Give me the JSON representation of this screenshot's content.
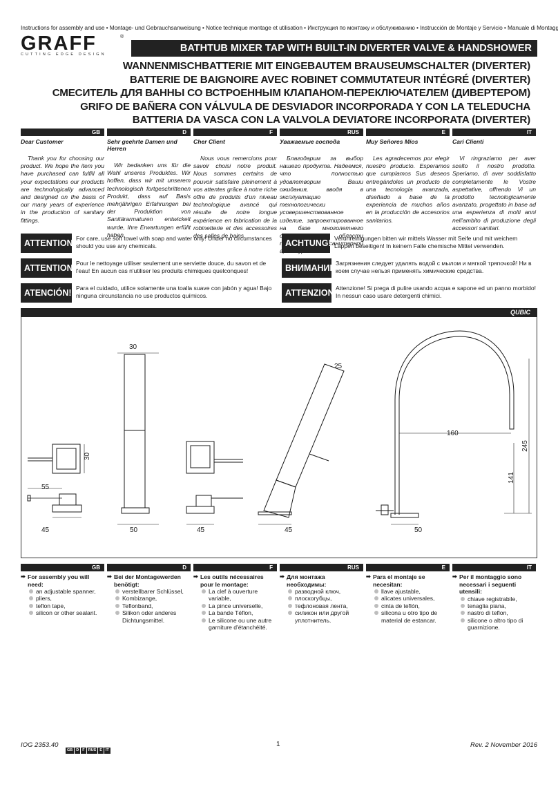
{
  "top_line": "Instructions for assembly and use • Montage- und Gebrauchsanweisung • Notice technique montage et utilisation • Инструкция по монтажу и обслуживанию • Instrucción de Montaje y Servicio • Manuale di Montaggio e Uso",
  "logo": {
    "word": "GRAFF",
    "tagline": "CUTTING EDGE DESIGN",
    "reg": "®"
  },
  "title": "BATHTUB MIXER TAP WITH BUILT-IN DIVERTER VALVE & HANDSHOWER",
  "subtitles": [
    "WANNENMISCHBATTERIE MIT EINGEBAUTEM BRAUSEUMSCHALTER (DIVERTER)",
    "BATTERIE DE BAIGNOIRE AVEC ROBINET COMMUTATEUR INTÉGRÉ (DIVERTER)",
    "СМЕСИТЕЛЬ ДЛЯ ВАННЫ СО ВСТРОЕННЫМ КЛАПАНОМ-ПЕРЕКЛЮЧАТЕЛЕМ (ДИВЕРТЕРОМ)",
    "GRIFO DE BAÑERA CON VÁLVULA DE DESVIADOR INCORPORADA Y CON LA TELEDUCHA",
    "BATTERIA DA VASCA CON LA VALVOLA DEVIATORE INCORPORATA (DIVERTER)"
  ],
  "intro": [
    {
      "lang": "GB",
      "heading": "Dear Customer",
      "text": "Thank you for choosing our product. We hope the item you have purchased can fulfill all your expectations our products are technologically advanced and designed on the basis of our many years of experience in the production of sanitary fittings."
    },
    {
      "lang": "D",
      "heading": "Sehr geehrte Damen und Herren",
      "text": "Wir bedanken uns für die Wahl unseres Produktes. Wir hoffen, dass wir mit unserem technologisch fortgeschrittenen Produkt, dass auf Basis mehrjährigen Erfahrungen bei der Produktion von Sanitärarmaturen entwickelt wurde, Ihre Erwartungen erfüllt haben."
    },
    {
      "lang": "F",
      "heading": "Cher Client",
      "text": "Nous vous remercions pour savoir choisi notre produit. Nous sommes certains de pouvoir satisfaire pleinement à vos attentes grâce à notre riche offre de produits d'un niveau technologique avancé qui résulte de notre longue expérience en fabrication de la robinetterie et des accessoires des salles de bains."
    },
    {
      "lang": "RUS",
      "heading": "Уважаемые господа",
      "text": "Благодарим за выбор нашего продукта. Надеемся, что полностью удовлетворим Ваши ожидания, вводя в эксплуатацию технологически усовершенствованное изделие, запроектированное на базе многолетнего опыта в области производства санитарной арматуры."
    },
    {
      "lang": "E",
      "heading": "Muy Señores Míos",
      "text": "Les agradecemos por elegir nuestro producto. Esperamos que cumplamos Sus deseos entregándoles un producto de una tecnología avanzada, diseñado a base de la experiencia de muchos años en la producción de accesorios sanitarios."
    },
    {
      "lang": "IT",
      "heading": "Cari Clienti",
      "text": "Vi ringraziamo per aver scelto il nostro prodotto. Speriamo, di aver soddisfatto completamente le Vostre aspettative, offrendo Vi un prodotto tecnologicamente avanzato, progettato in base ad una esperienza di molti anni nell'ambito di produzione degli accessori sanitari."
    }
  ],
  "notices": [
    {
      "label": "ATTENTION!",
      "text": "For care, use soft towel with soap and water only! Under no circumstances should you use any chemicals."
    },
    {
      "label": "ACHTUNG!",
      "text": "Verunreinigungen bitten wir mittels Wasser mit Seife und mit weichem Lappen beseitigen! In keinem Falle chemische Mittel verwenden."
    },
    {
      "label": "ATTENTION!",
      "text": "Pour le nettoyage utiliser seulement une serviette douce, du savon et de l'eau! En aucun cas n'utiliser les produits chimiques quelconques!"
    },
    {
      "label": "ВНИМАНИЕ!",
      "text": "Загрязнения следует удалять водой с мылом и мягкой тряпочкой! Ни в коем случае нельзя применять химические средства."
    },
    {
      "label": "ATENCIÓN!",
      "text": "Para el cuidado, utilice solamente una toalla suave con jabón y agua! Bajo ninguna circunstancia no use productos químicos."
    },
    {
      "label": "ATTENZIONE!",
      "text": "Attenzione! Si prega di pulire usando acqua e sapone ed un panno morbido! In nessun caso usare detergenti chimici."
    }
  ],
  "drawing": {
    "model": "QUBIC",
    "dims": {
      "d30a": "30",
      "d30b": "30",
      "d55": "55",
      "d45a": "45",
      "d50a": "50",
      "d45b": "45",
      "d45c": "45",
      "d25": "25",
      "d160": "160",
      "d245": "245",
      "d141": "141",
      "d50b": "50"
    }
  },
  "assembly": [
    {
      "lang": "GB",
      "title": "For assembly you will need:",
      "items": [
        "an adjustable spanner,",
        "pliers,",
        "teflon tape,",
        "silicon or other sealant."
      ]
    },
    {
      "lang": "D",
      "title": "Bei der Montagewerden benötigt:",
      "items": [
        "verstellbarer Schlüssel,",
        "Kombizange,",
        "Teflonband,",
        "Silikon oder anderes Dichtungsmittel."
      ]
    },
    {
      "lang": "F",
      "title": "Les outils nécessaires pour le montage:",
      "items": [
        "La clef à ouverture variable,",
        "La pince universelle,",
        "La bande Téflon,",
        "Le silicone ou une autre garniture d'étanchéité."
      ]
    },
    {
      "lang": "RUS",
      "title": "Для монтажа необходимы:",
      "items": [
        "разводной ключ,",
        "плоскогубцы,",
        "тефлоновая лента,",
        "силикон или другой уплотнитель."
      ]
    },
    {
      "lang": "E",
      "title": "Para el montaje se necesitan:",
      "items": [
        "llave ajustable,",
        "alicates universales,",
        "cinta de teflón,",
        "silicona u otro tipo de material de estancar."
      ]
    },
    {
      "lang": "IT",
      "title": "Per il montaggio sono necessari i seguenti utensili:",
      "items": [
        "chiave registrabile,",
        "tenaglia piana,",
        "nastro di teflon,",
        "silicone o altro tipo di guarnizione."
      ]
    }
  ],
  "footer": {
    "code": "IOG 2353.40",
    "tags": [
      "GB",
      "D",
      "F",
      "RUS",
      "E",
      "IT"
    ],
    "page": "1",
    "rev": "Rev. 2 November 2016"
  }
}
